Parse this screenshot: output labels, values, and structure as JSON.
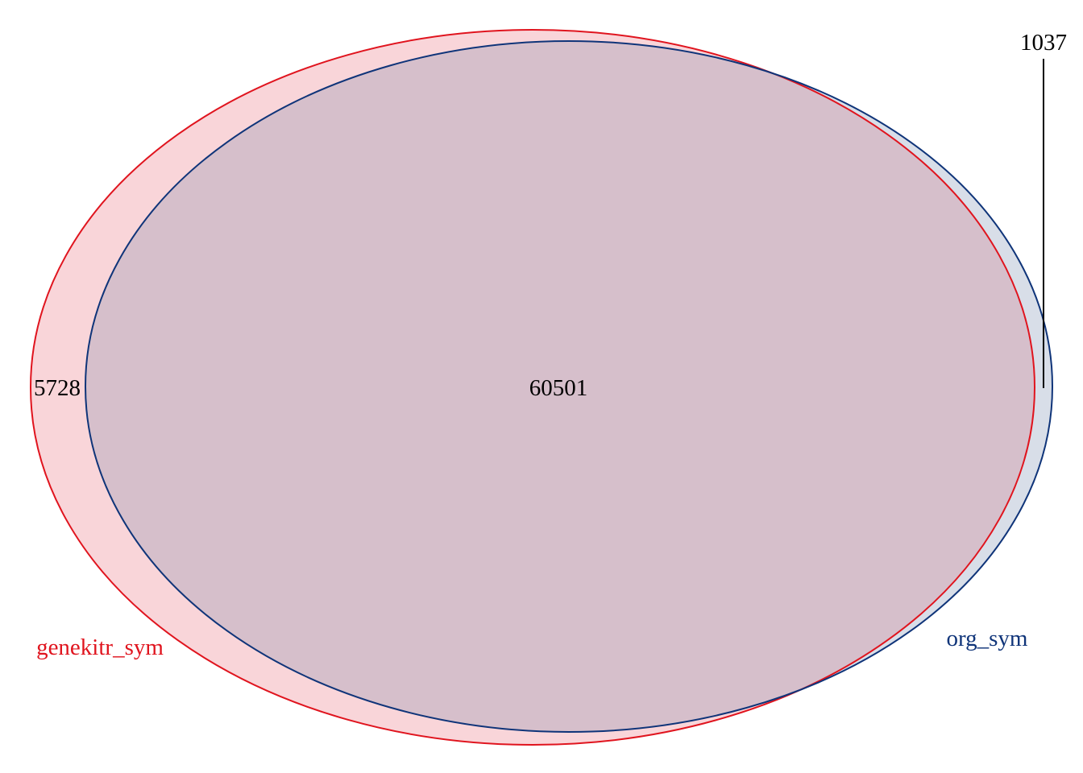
{
  "diagram": {
    "type": "venn",
    "sets": [
      {
        "name": "genekitr_sym",
        "color": "#E0141E",
        "fill": "#F9D5D9"
      },
      {
        "name": "org_sym",
        "color": "#0F3479",
        "fill": "#D8DEE8"
      }
    ],
    "regions": {
      "genekitr_only": "5728",
      "intersection": "60501",
      "org_only": "1037"
    },
    "intersection_fill": "#D6BFCB"
  }
}
